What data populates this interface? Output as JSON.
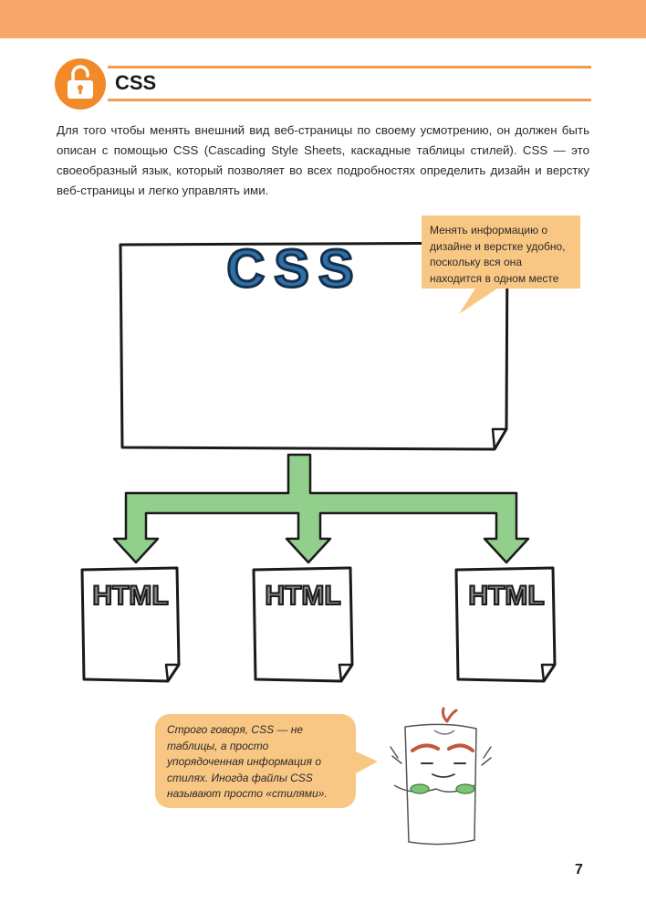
{
  "section": {
    "title": "CSS",
    "icon": "unlocked-padlock-icon"
  },
  "intro_text": "Для того чтобы менять внешний вид веб-страницы по своему усмотрению, он должен быть описан с помощью CSS (Cascading Style Sheets, каскадные таблицы стилей). CSS — это своеобразный язык, который позволяет во всех подробностях определить дизайн и верстку веб-страницы и легко управлять ими.",
  "diagram": {
    "css_label": "CSS",
    "html_labels": [
      "HTML",
      "HTML",
      "HTML"
    ],
    "top_note": "Менять информацию о дизайне и верстке удобно, поскольку вся она находится в одном месте",
    "bottom_note": "Строго говоря, CSS — не таблицы, а просто упорядоченная информация о стилях. Иногда файлы CSS называют просто «стилями».",
    "mascot_icon": "css-sheet-mascot-icon"
  },
  "page_number": "7",
  "colors": {
    "accent_orange": "#f28a2a",
    "top_bar": "#f8a86c",
    "note_background": "#f9c784",
    "arrow_green": "#92cf8c",
    "css_blue": "#2f6fa8",
    "html_gray": "#8a8a8a"
  }
}
